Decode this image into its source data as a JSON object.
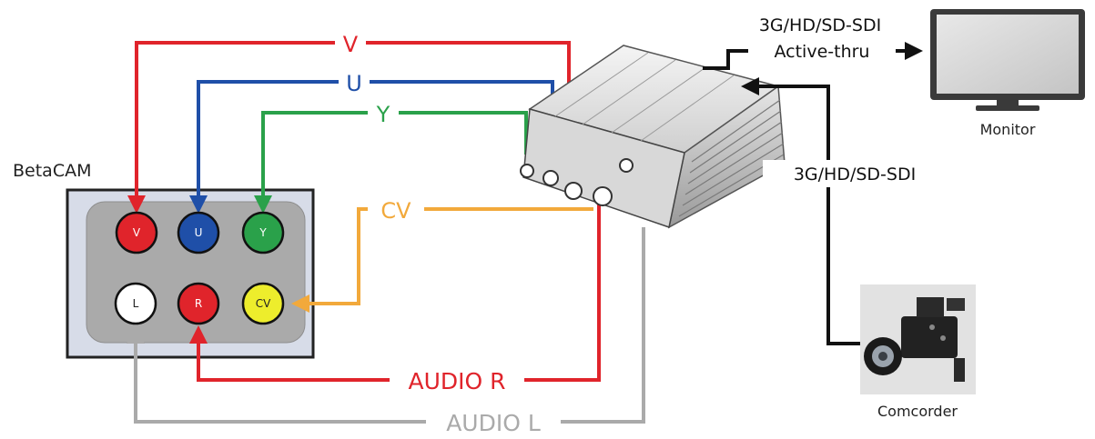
{
  "camera": {
    "title": "BetaCAM",
    "connectors": {
      "V": "V",
      "U": "U",
      "Y": "Y",
      "L": "L",
      "R": "R",
      "CV": "CV"
    }
  },
  "signals": {
    "v": "V",
    "u": "U",
    "y": "Y",
    "cv": "CV",
    "audio_r": "AUDIO R",
    "audio_l": "AUDIO L"
  },
  "sdi_out": {
    "line1": "3G/HD/SD-SDI",
    "line2": "Active-thru"
  },
  "sdi_in": "3G/HD/SD-SDI",
  "monitor_label": "Monitor",
  "camcorder_label": "Comcorder",
  "colors": {
    "red": "#e0242b",
    "blue": "#1f4fa8",
    "green": "#2aa14a",
    "orange": "#f2a93b",
    "gray": "#aaaaaa",
    "black": "#111111",
    "white": "#ffffff",
    "yellow": "#eded2c"
  }
}
